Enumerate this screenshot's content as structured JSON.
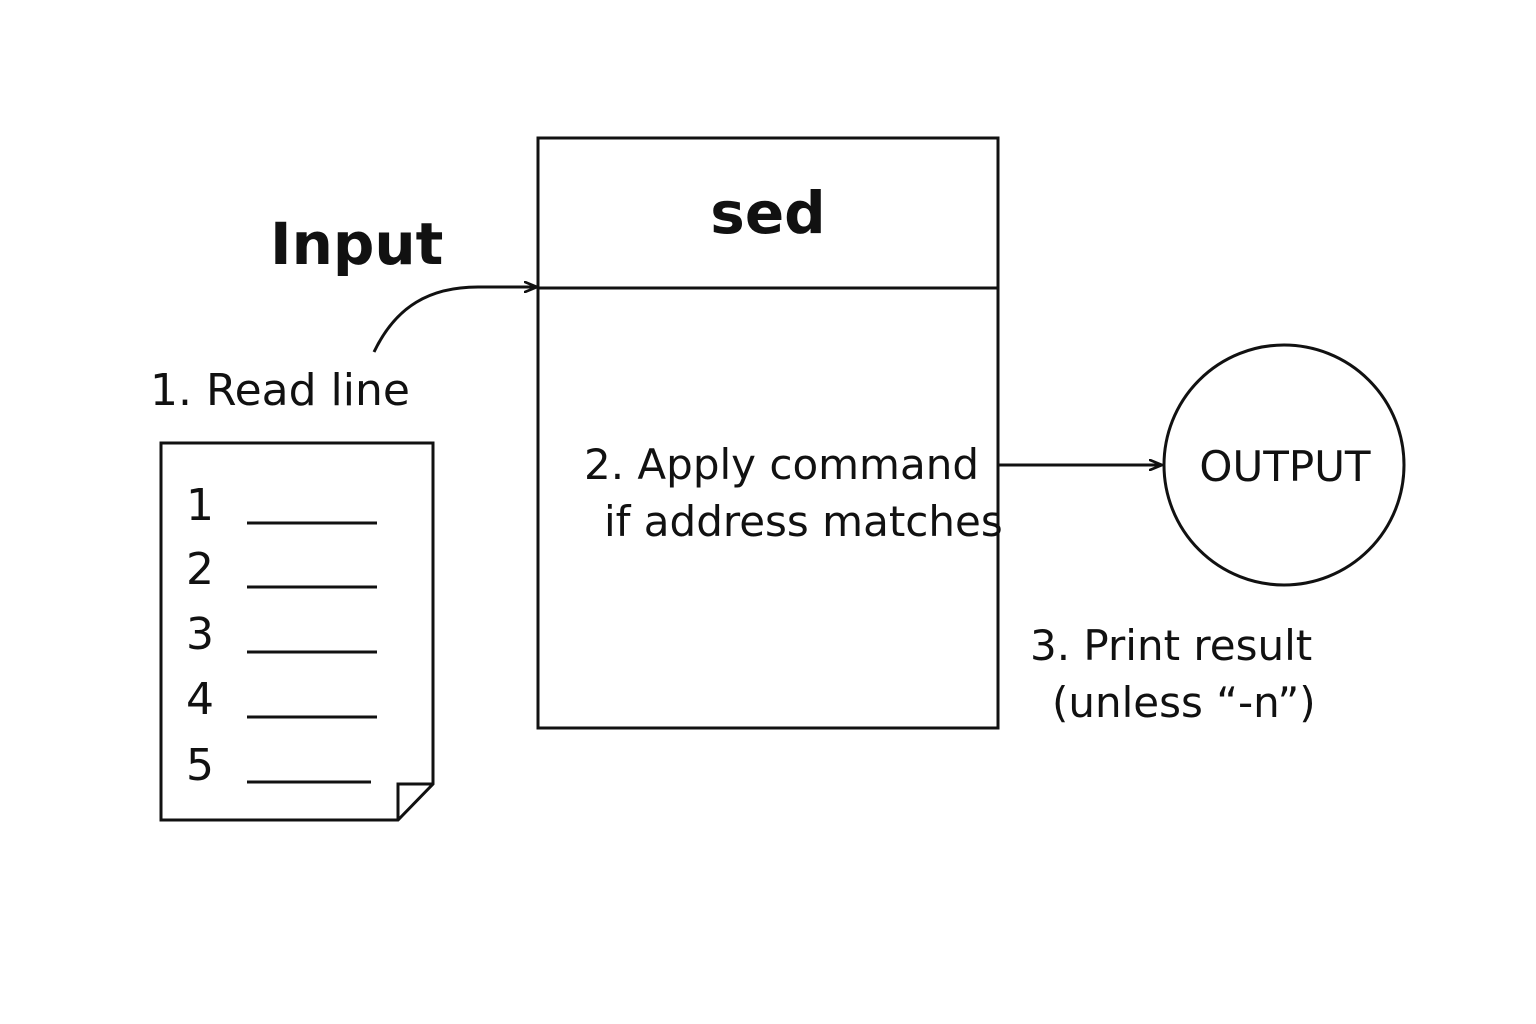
{
  "diagram": {
    "input_label": "Input",
    "step1": "1. Read line",
    "document": {
      "line_numbers": [
        "1",
        "2",
        "3",
        "4",
        "5"
      ]
    },
    "processor": {
      "title": "sed",
      "step2_line1": "2. Apply command",
      "step2_line2": "if address matches"
    },
    "output": {
      "label": "OUTPUT"
    },
    "step3_line1": "3. Print result",
    "step3_line2": "(unless “-n”)"
  }
}
